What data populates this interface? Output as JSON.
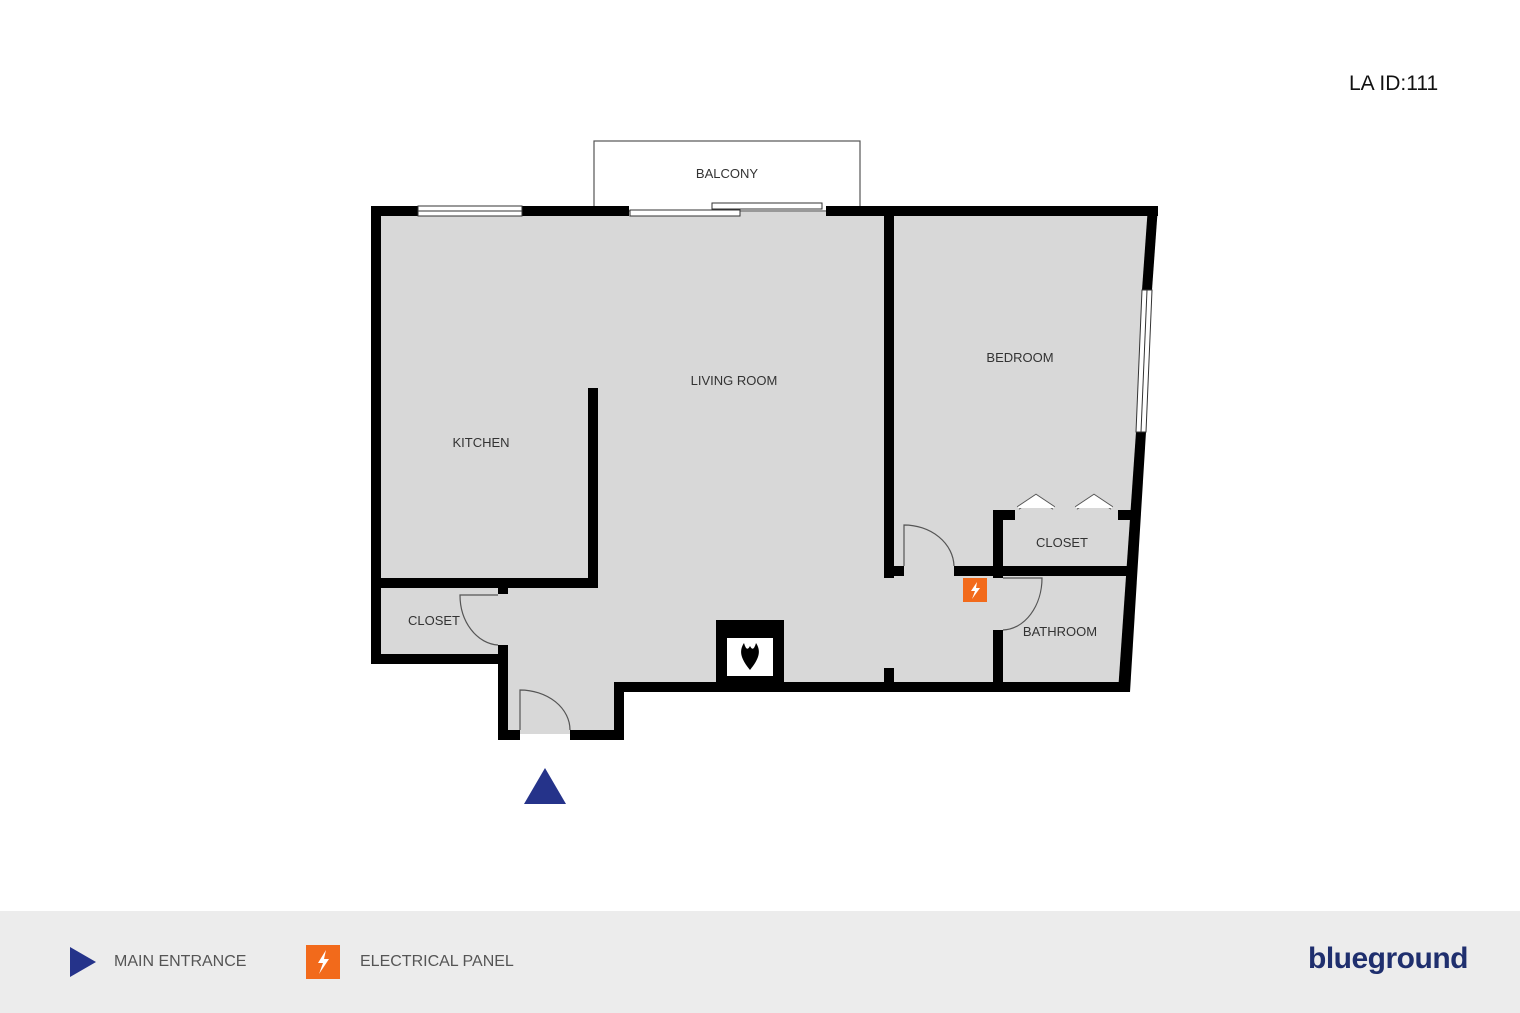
{
  "header": {
    "id_label": "LA ID:111"
  },
  "rooms": {
    "balcony": "BALCONY",
    "living_room": "LIVING ROOM",
    "kitchen": "KITCHEN",
    "bedroom": "BEDROOM",
    "closet_left": "CLOSET",
    "closet_right": "CLOSET",
    "bathroom": "BATHROOM"
  },
  "legend": {
    "items": [
      {
        "icon": "triangle-right-icon",
        "label": "MAIN ENTRANCE",
        "color": "#25338a"
      },
      {
        "icon": "lightning-icon",
        "label": "ELECTRICAL PANEL",
        "color": "#f26a1b"
      }
    ],
    "brand": "blueground"
  },
  "colors": {
    "floor": "#d8d8d8",
    "wall": "#000000",
    "entrance": "#25338a",
    "electrical": "#f26a1b",
    "legend_bg": "#ececec",
    "brand": "#1f2f6e"
  }
}
